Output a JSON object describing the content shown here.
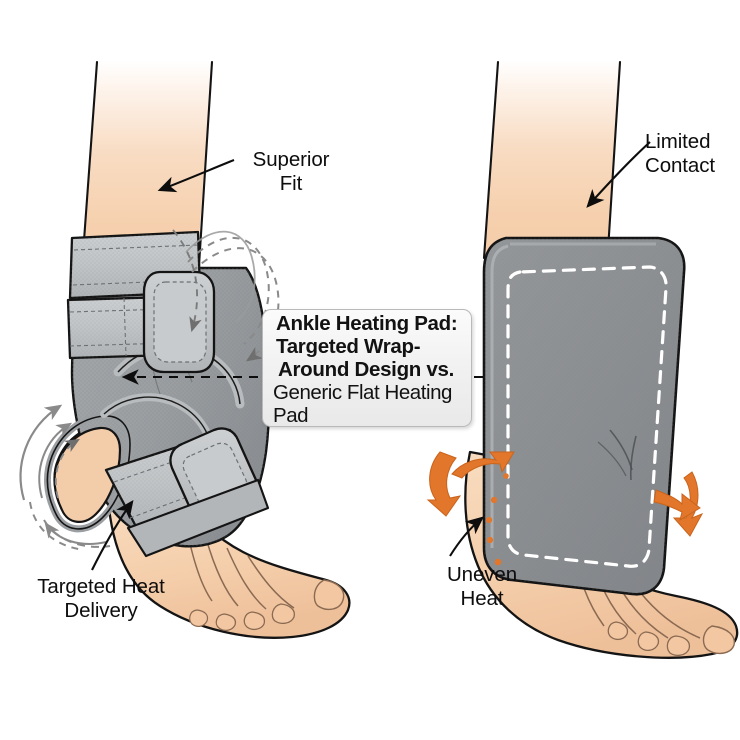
{
  "diagram": {
    "title": "Ankle Heating Pad: Targeted Wrap-Around Design vs. Generic Flat Heating Pad",
    "background_color": "#ffffff",
    "palette": {
      "skin": "#f6d0ae",
      "skin_shadow": "#edbd95",
      "brace_gray_light": "#c3c6c8",
      "brace_gray_mid": "#a8acae",
      "brace_gray_dark": "#8f9396",
      "pad_gray": "#8d9093",
      "outline": "#111111",
      "orange_accent": "#e2762a",
      "arc_gray": "#8a8a8a",
      "callout_border": "#b9b9b9",
      "callout_fill": "#f1f1f1"
    }
  },
  "callout": {
    "lines": [
      {
        "text": "Ankle Heating Pad:",
        "bold": true
      },
      {
        "text": "Targeted Wrap-",
        "bold": true
      },
      {
        "text": "Around Design vs.",
        "bold": true
      },
      {
        "text": "Generic Flat Heating Pad",
        "bold": false
      }
    ]
  },
  "annotations": [
    {
      "id": "superior-fit",
      "text": "Superior\nFit",
      "side": "left",
      "pointer": "solid-arrow",
      "describes": "Wrap-around brace conforms to the leg above the ankle"
    },
    {
      "id": "limited-contact",
      "text": "Limited\nContact",
      "side": "right",
      "pointer": "solid-arrow",
      "describes": "Flat pad leaves a gap against the leg"
    },
    {
      "id": "targeted-heat-delivery",
      "text": "Targeted Heat\nDelivery",
      "side": "left",
      "pointer": "solid-arrow",
      "describes": "Heat directed into the ankle joint through the brace"
    },
    {
      "id": "uneven-heat",
      "text": "Uneven\nHeat",
      "side": "right",
      "pointer": "solid-arrow",
      "describes": "Heat escapes around the edges of the flat pad"
    }
  ],
  "panels": {
    "left": {
      "name": "Targeted wrap-around ankle brace",
      "subject": "bare foot and lower leg wearing a contoured ankle brace",
      "features": [
        "upper compression strap",
        "lower compression strap",
        "hook-and-loop closure pad",
        "open heel window",
        "perforated textured shell"
      ],
      "motion_arcs": {
        "count": 6,
        "style": "dashed and solid gray arcs",
        "meaning": "brace wraps and conforms around the ankle"
      }
    },
    "right": {
      "name": "Generic flat heating pad",
      "subject": "bare foot and lower leg with a flat rectangular pad laid against it",
      "features": [
        "flat rectangular pad",
        "white dashed stitching outline",
        "rounded corners",
        "rigid fold creases"
      ],
      "heat_escape_arrows": {
        "count": 4,
        "color": "#e2762a",
        "meaning": "heat leaks away from the ankle at gaps"
      }
    }
  }
}
